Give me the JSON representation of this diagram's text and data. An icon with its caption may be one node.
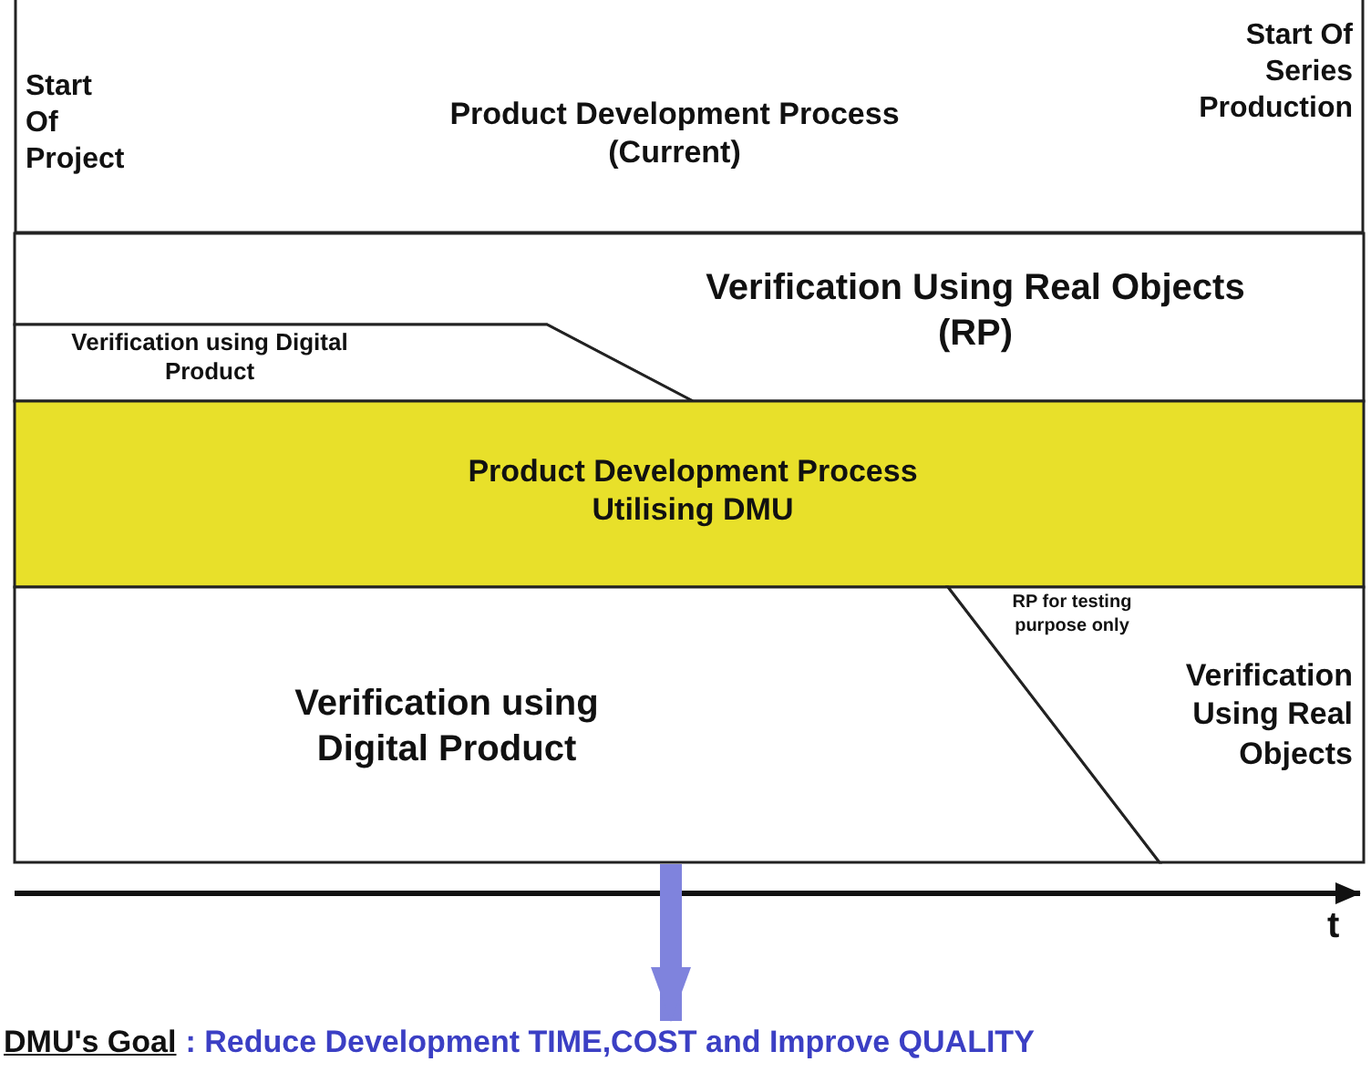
{
  "diagram": {
    "nodes": [
      {
        "text": [
          "Product Development Process (Current)"
        ]
      },
      {
        "text": [
          "Verification Using Real Objects (RP)"
        ]
      },
      {
        "text": [
          "Verification using Digital Product"
        ]
      },
      {
        "text": [
          "Product Development Process Utilising DMU"
        ]
      },
      {
        "text": [
          "Verification using Digital Product"
        ]
      },
      {
        "text": [
          "Verification Using Real Objects"
        ]
      },
      {
        "text": [
          "DMU's Goal",
          ": Reduce Development TIME,COST and Improve QUALITY"
        ]
      }
    ],
    "edges": [
      {
        "from": 4,
        "to": 6,
        "arrow": "to"
      }
    ],
    "labels": [
      "Start Of Project",
      "Start Of Series Production",
      "RP for testing purpose only",
      "t"
    ]
  }
}
